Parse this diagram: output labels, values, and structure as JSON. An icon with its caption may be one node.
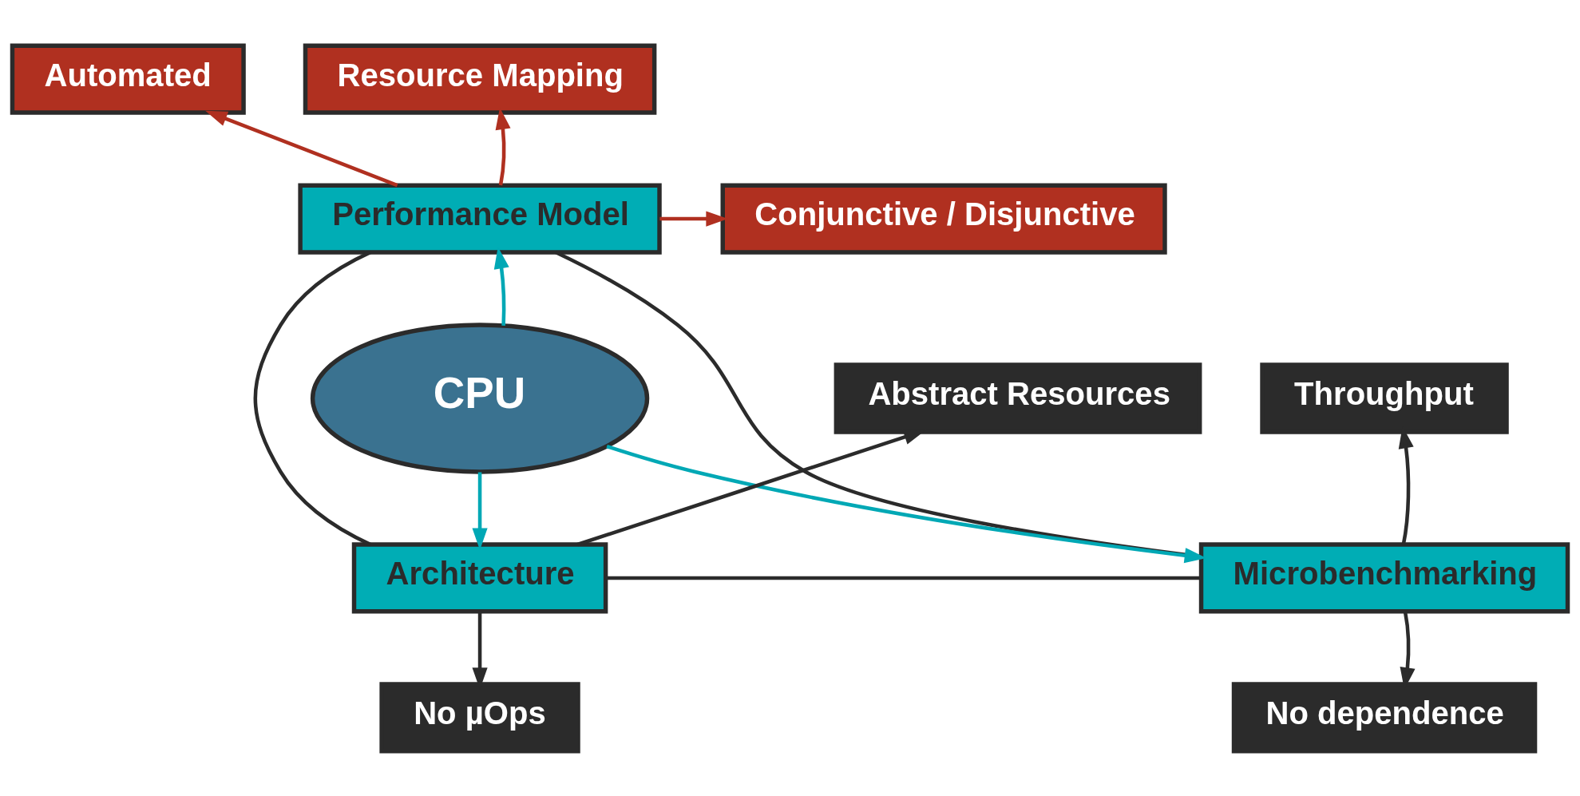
{
  "diagram": {
    "nodes": [
      {
        "text": [
          "Automated"
        ]
      },
      {
        "text": [
          "Resource Mapping"
        ]
      },
      {
        "text": [
          "Conjunctive / Disjunctive"
        ]
      },
      {
        "text": [
          "Performance Model"
        ]
      },
      {
        "text": [
          "Throughput"
        ]
      },
      {
        "text": [
          "CPU"
        ]
      },
      {
        "text": [
          "Abstract Resources"
        ]
      },
      {
        "text": [
          "Architecture"
        ]
      },
      {
        "text": [
          "Microbenchmarking"
        ]
      },
      {
        "text": [
          "No µOps"
        ]
      },
      {
        "text": [
          "No dependence"
        ]
      }
    ],
    "edges": [
      {
        "from": 3,
        "to": 0,
        "arrow": "to",
        "color": "#b03020"
      },
      {
        "from": 3,
        "to": 1,
        "arrow": "to",
        "color": "#b03020"
      },
      {
        "from": 3,
        "to": 2,
        "arrow": "to",
        "color": "#b03020"
      },
      {
        "from": 5,
        "to": 3,
        "arrow": "to",
        "color": "#00a8b5"
      },
      {
        "from": 5,
        "to": 7,
        "arrow": "to",
        "color": "#00a8b5"
      },
      {
        "from": 5,
        "to": 8,
        "arrow": "to",
        "color": "#00a8b5"
      },
      {
        "from": 3,
        "to": 7,
        "arrow": "none"
      },
      {
        "from": 3,
        "to": 8,
        "arrow": "none"
      },
      {
        "from": 7,
        "to": 8,
        "arrow": "none"
      },
      {
        "from": 7,
        "to": 6,
        "arrow": "to"
      },
      {
        "from": 7,
        "to": 9,
        "arrow": "to"
      },
      {
        "from": 8,
        "to": 4,
        "arrow": "to"
      },
      {
        "from": 8,
        "to": 10,
        "arrow": "to"
      }
    ]
  }
}
